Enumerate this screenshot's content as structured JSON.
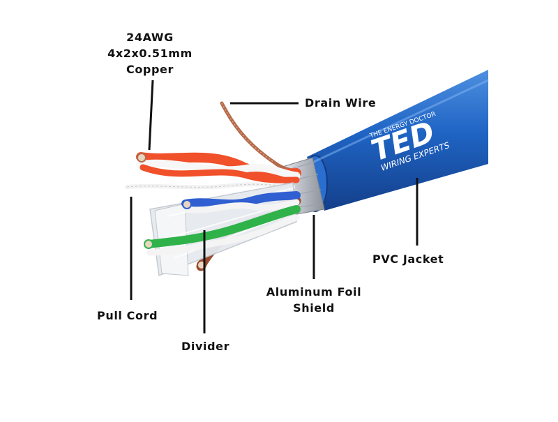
{
  "labels": {
    "copper": {
      "line1": "24AWG",
      "line2": "4x2x0.51mm",
      "line3": "Copper"
    },
    "drain_wire": "Drain Wire",
    "pvc_jacket": "PVC Jacket",
    "foil_shield": {
      "line1": "Aluminum Foil",
      "line2": "Shield"
    },
    "pull_cord": "Pull Cord",
    "divider": "Divider"
  },
  "brand": {
    "tagline_top": "THE ENERGY DOCTOR",
    "logo": "TED",
    "tagline_bottom": "WIRING EXPERTS"
  },
  "colors": {
    "jacket": "#1f64c4",
    "jacket_highlight": "#4d8fe0",
    "foil": "#c9ccd2",
    "orange_pair": "#f0502a",
    "blue_pair": "#2f5fd0",
    "green_pair": "#2fb24a",
    "copper_drain": "#b46a4a",
    "brown_pair": "#9a4a2e",
    "leader_line": "#111111"
  }
}
